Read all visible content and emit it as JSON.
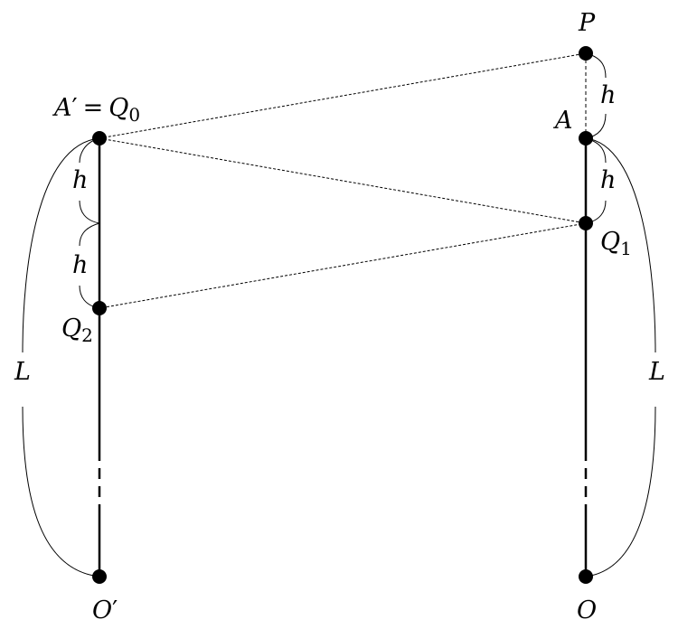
{
  "diagram": {
    "labels": {
      "P": "P",
      "A": "A",
      "Q1_main": "Q",
      "Q1_sub": "1",
      "Q2_main": "Q",
      "Q2_sub": "2",
      "Aprime_main": "A",
      "Aprime_prime": "′",
      "Aprime_eq": "=",
      "Q0_main": "Q",
      "Q0_sub": "0",
      "Oprime_main": "O",
      "Oprime_prime": "′",
      "O": "O",
      "L_left": "L",
      "L_right": "L",
      "h_left_top": "h",
      "h_left_bottom": "h",
      "h_right_top": "h",
      "h_right_bottom": "h"
    },
    "colors": {
      "stroke": "#000000",
      "point": "#000000",
      "background": "#ffffff"
    }
  }
}
